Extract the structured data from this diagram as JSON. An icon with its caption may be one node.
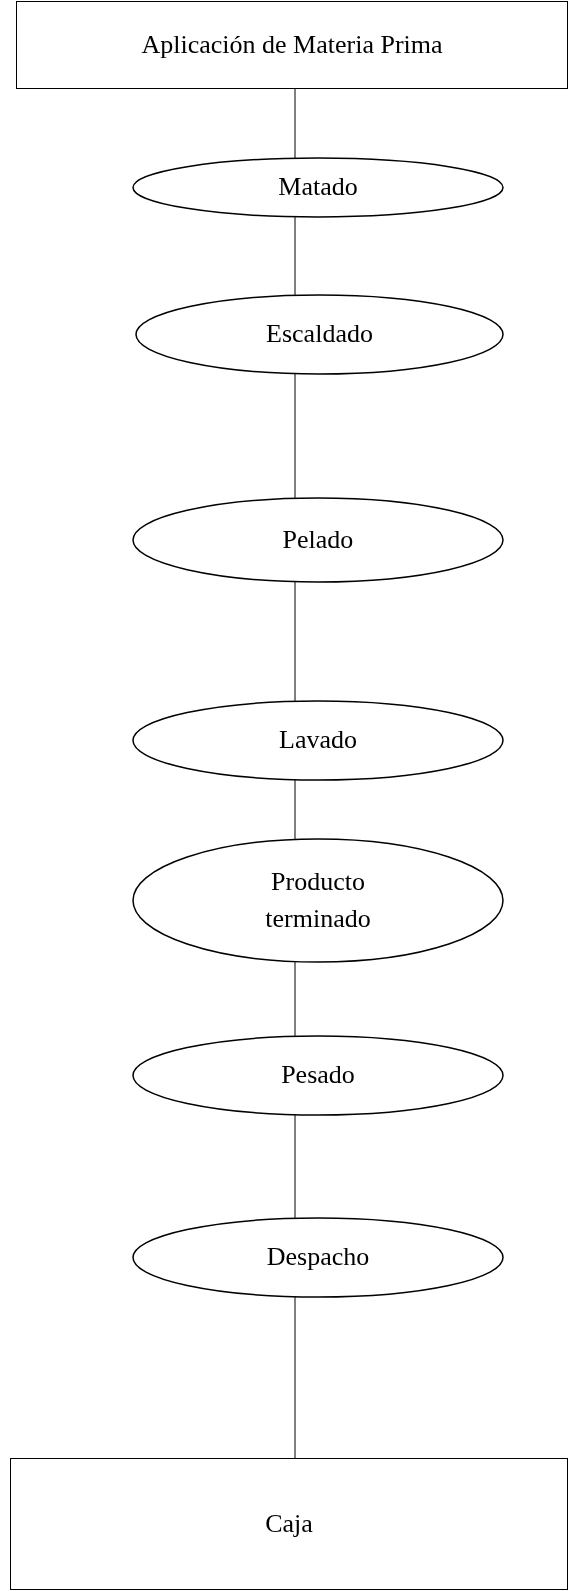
{
  "diagram": {
    "nodes": [
      {
        "text": [
          "Aplicación de Materia Prima"
        ]
      },
      {
        "text": [
          "Matado"
        ]
      },
      {
        "text": [
          "Escaldado"
        ]
      },
      {
        "text": [
          "Pelado"
        ]
      },
      {
        "text": [
          "Lavado"
        ]
      },
      {
        "text": [
          "Producto terminado"
        ]
      },
      {
        "text": [
          "Pesado"
        ]
      },
      {
        "text": [
          "Despacho"
        ]
      },
      {
        "text": [
          "Caja"
        ]
      }
    ],
    "edges": [
      {
        "from": 0,
        "to": 1,
        "arrow": "none"
      },
      {
        "from": 1,
        "to": 2,
        "arrow": "none"
      },
      {
        "from": 2,
        "to": 3,
        "arrow": "none"
      },
      {
        "from": 3,
        "to": 4,
        "arrow": "none"
      },
      {
        "from": 4,
        "to": 5,
        "arrow": "none"
      },
      {
        "from": 5,
        "to": 6,
        "arrow": "none"
      },
      {
        "from": 6,
        "to": 7,
        "arrow": "none"
      },
      {
        "from": 7,
        "to": 8,
        "arrow": "none"
      }
    ]
  }
}
